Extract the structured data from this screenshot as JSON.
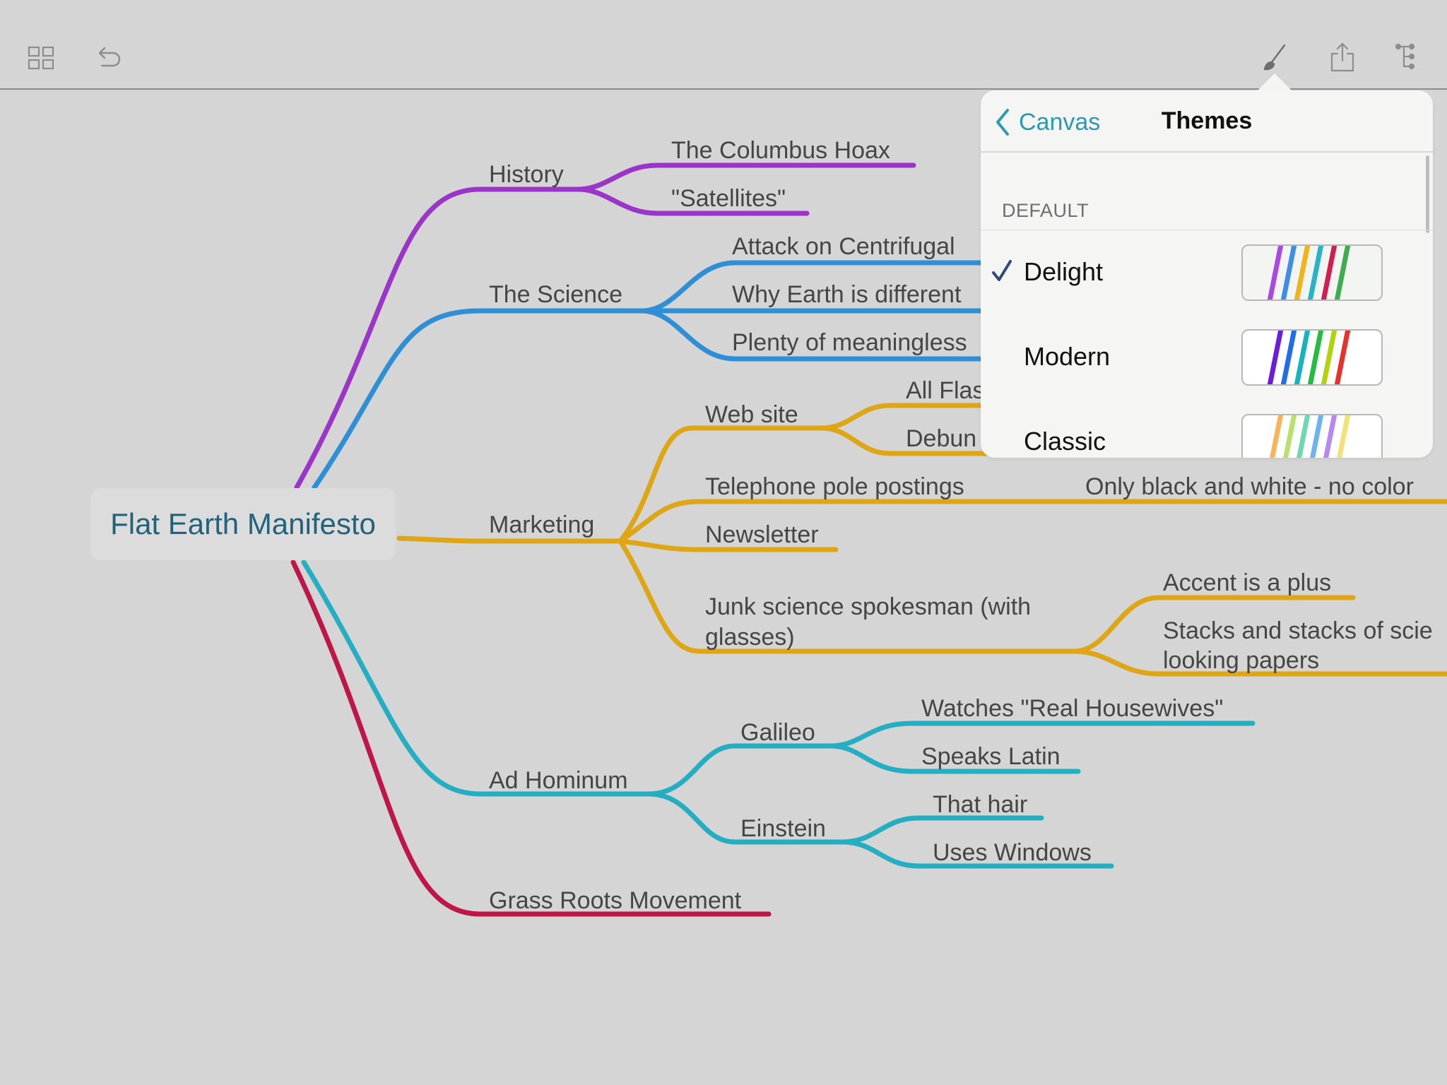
{
  "toolbar": {
    "left_icons": [
      "grid-icon",
      "undo-icon"
    ],
    "right_icons": [
      "brush-icon",
      "share-icon",
      "outline-icon"
    ]
  },
  "mindmap": {
    "root": "Flat Earth Manifesto",
    "colors": {
      "purple": "#9b35c9",
      "blue": "#2f8fd6",
      "gold": "#dea514",
      "teal": "#25aec1",
      "crimson": "#bf1648"
    },
    "branches": {
      "history": {
        "label": "History",
        "children": [
          "The Columbus Hoax",
          "\"Satellites\""
        ]
      },
      "science": {
        "label": "The Science",
        "children": [
          "Attack on Centrifugal",
          "Why Earth is different",
          "Plenty of meaningless"
        ]
      },
      "marketing": {
        "label": "Marketing",
        "website": {
          "label": "Web site",
          "children": [
            "All Flas",
            "Debun"
          ]
        },
        "telephone": {
          "label": "Telephone pole postings",
          "child": "Only black and white - no color"
        },
        "newsletter": "Newsletter",
        "junk": {
          "label_line1": "Junk science spokesman (with",
          "label_line2": "glasses)",
          "children": [
            "Accent is a plus"
          ],
          "stacks_line1": "Stacks and stacks of scie",
          "stacks_line2": "looking papers"
        }
      },
      "ad_hominum": {
        "label": "Ad Hominum",
        "galileo": {
          "label": "Galileo",
          "children": [
            "Watches \"Real Housewives\"",
            "Speaks Latin"
          ]
        },
        "einstein": {
          "label": "Einstein",
          "children": [
            "That hair",
            "Uses Windows"
          ]
        }
      },
      "grass_roots": {
        "label": "Grass Roots Movement"
      }
    }
  },
  "popover": {
    "back_label": "Canvas",
    "title": "Themes",
    "section": "DEFAULT",
    "themes": [
      {
        "name": "Delight",
        "selected": true,
        "swatch_bg": "#f3f5f3",
        "swatch_colors": [
          "#a94be0",
          "#3e8ee6",
          "#f1b418",
          "#28b3c6",
          "#cf1e52",
          "#3fac4f"
        ]
      },
      {
        "name": "Modern",
        "selected": false,
        "swatch_bg": "#ffffff",
        "swatch_colors": [
          "#6a1ed6",
          "#1f6ee8",
          "#16b3c0",
          "#24bd42",
          "#b4d10e",
          "#e8302c"
        ]
      },
      {
        "name": "Classic",
        "selected": false,
        "swatch_bg": "#ffffff",
        "swatch_colors": [
          "#f7b55a",
          "#b8e06a",
          "#6ed9b1",
          "#6fb2f0",
          "#b688f0",
          "#f2e27a"
        ]
      }
    ]
  }
}
